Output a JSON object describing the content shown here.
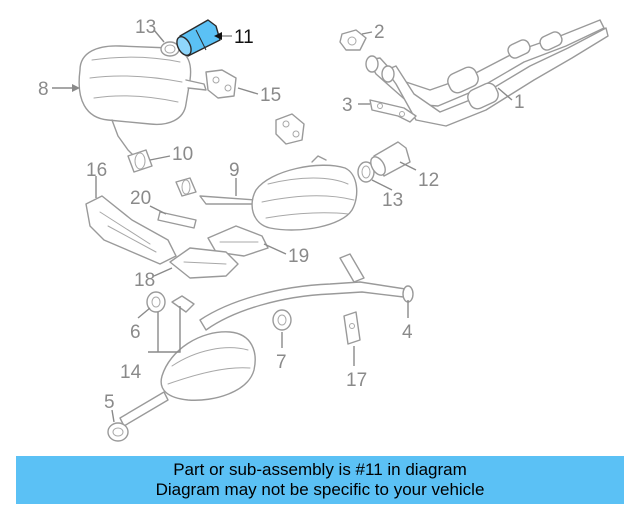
{
  "diagram": {
    "highlighted_part": "11",
    "highlight_color": "#5bc1f5",
    "callouts": [
      "1",
      "2",
      "3",
      "4",
      "5",
      "6",
      "7",
      "8",
      "9",
      "10",
      "11",
      "12",
      "13",
      "13",
      "14",
      "15",
      "16",
      "17",
      "18",
      "19",
      "20"
    ]
  },
  "banner": {
    "line1": "Part or sub-assembly is #11 in diagram",
    "line2": "Diagram may not be specific to your vehicle",
    "color": "#5bc1f5"
  }
}
